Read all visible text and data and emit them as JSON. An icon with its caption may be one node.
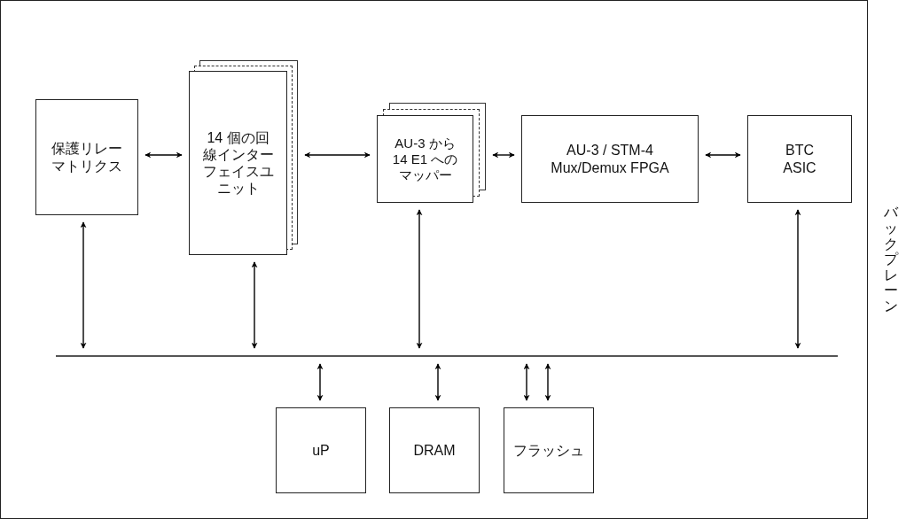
{
  "diagram": {
    "nodes": [
      {
        "text": [
          "保護リレーマトリクス"
        ]
      },
      {
        "text": [
          "14 個の回線インターフェイスユニット"
        ]
      },
      {
        "text": [
          "AU-3 から 14 E1 へのマッパー"
        ]
      },
      {
        "text": [
          "AU-3 / STM-4 Mux/Demux FPGA"
        ]
      },
      {
        "text": [
          "BTC ASIC"
        ]
      },
      {
        "text": [],
        "shape": "bar"
      },
      {
        "text": [
          "uP"
        ]
      },
      {
        "text": [
          "DRAM"
        ]
      },
      {
        "text": [
          "フラッシュ"
        ]
      },
      {
        "text": [
          "バックプレーン"
        ]
      }
    ],
    "edges": [
      {
        "from": 0,
        "to": 1,
        "arrow": "both"
      },
      {
        "from": 1,
        "to": 2,
        "arrow": "both"
      },
      {
        "from": 2,
        "to": 3,
        "arrow": "both"
      },
      {
        "from": 3,
        "to": 4,
        "arrow": "both"
      },
      {
        "from": 0,
        "to": 5,
        "arrow": "both"
      },
      {
        "from": 1,
        "to": 5,
        "arrow": "both"
      },
      {
        "from": 2,
        "to": 5,
        "arrow": "both"
      },
      {
        "from": 4,
        "to": 5,
        "arrow": "both"
      },
      {
        "from": 5,
        "to": 6,
        "arrow": "both"
      },
      {
        "from": 5,
        "to": 7,
        "arrow": "both"
      },
      {
        "from": 5,
        "to": 8,
        "arrow": "both"
      },
      {
        "from": 5,
        "to": 8,
        "arrow": "both"
      }
    ]
  }
}
